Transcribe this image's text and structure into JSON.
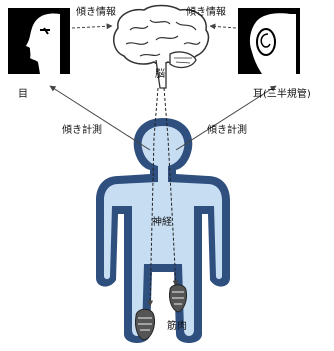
{
  "diagram": {
    "labels": {
      "tilt_info_left": "傾き情報",
      "tilt_info_right": "傾き情報",
      "brain": "脳",
      "eye": "目",
      "ear": "耳(三半規管)",
      "tilt_measure_left": "傾き計測",
      "tilt_measure_right": "傾き計測",
      "nerve": "神経",
      "muscle": "筋肉"
    },
    "colors": {
      "body_outline": "#2f4f7f",
      "body_fill": "#c6ddf2",
      "panel_bg": "#000000",
      "arrow": "#444444"
    },
    "icons": {
      "eye_panel": "face-profile-eye-icon",
      "ear_panel": "face-profile-ear-icon",
      "brain": "brain-icon",
      "muscle": "muscle-icon"
    }
  }
}
